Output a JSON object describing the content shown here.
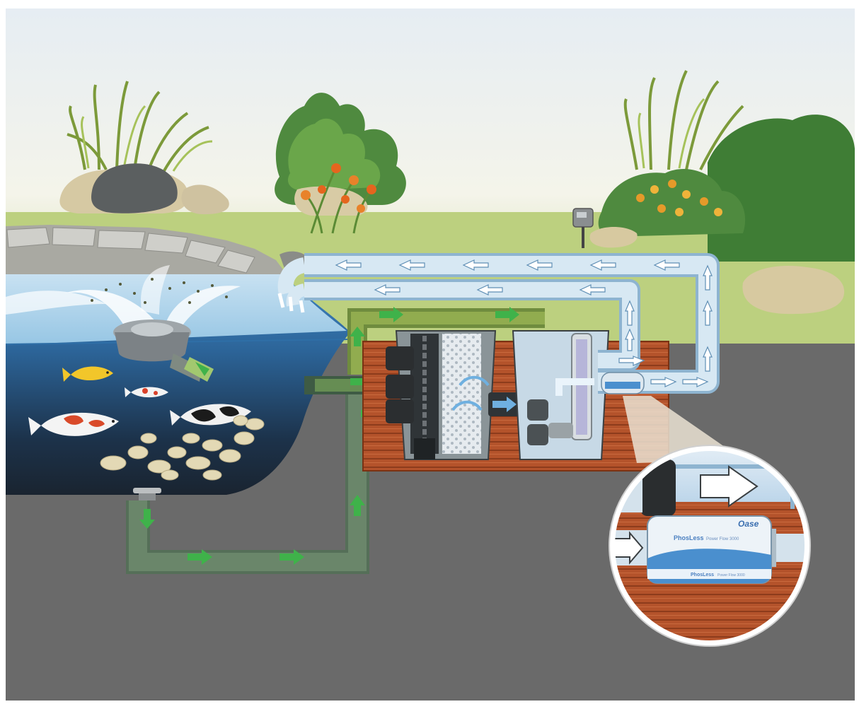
{
  "labels": {
    "brand": "Oase",
    "product_name": "PhosLess",
    "product_model": "Power Flow 3000",
    "product_band_name": "PhosLess",
    "product_band_model": "Power Flow 3000"
  },
  "colors": {
    "ground": "#6b6b6b",
    "sky_top": "#e8eef3",
    "lawn": "#b9cf7e",
    "water_top": "#bfe0f2",
    "water_deep": "#1a2a38",
    "return_pipe": "#cfe3f1",
    "intake_pipe": "#55705a",
    "deck_wood": "#b5532a",
    "arrow_green": "#3fb24a",
    "arrow_white": "#ffffff"
  },
  "icons": {
    "flow_arrow": "arrow-icon",
    "fish": "koi-icon",
    "brand_mark": "oase-logo"
  }
}
